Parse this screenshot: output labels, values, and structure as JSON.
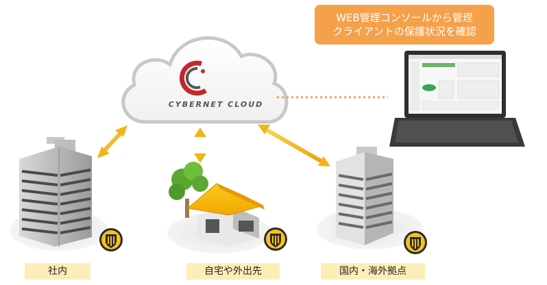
{
  "callout": {
    "line1": "WEB管理コンソールから管理",
    "line2": "クライアントの保護状況を確認"
  },
  "cloud": {
    "brand": "CYBERNET CLOUD"
  },
  "sites": [
    {
      "label": "社内"
    },
    {
      "label": "自宅や外出先"
    },
    {
      "label": "国内・海外拠点"
    }
  ],
  "colors": {
    "callout_bg": "#f5a04a",
    "label_bg": "#fdedb8",
    "arrow": "#f2b416",
    "dotted_line": "#f0a050",
    "logo_red": "#c0282c"
  },
  "icons": [
    "shield-icon",
    "laptop-icon",
    "building-icon",
    "house-icon",
    "cloud-icon"
  ]
}
